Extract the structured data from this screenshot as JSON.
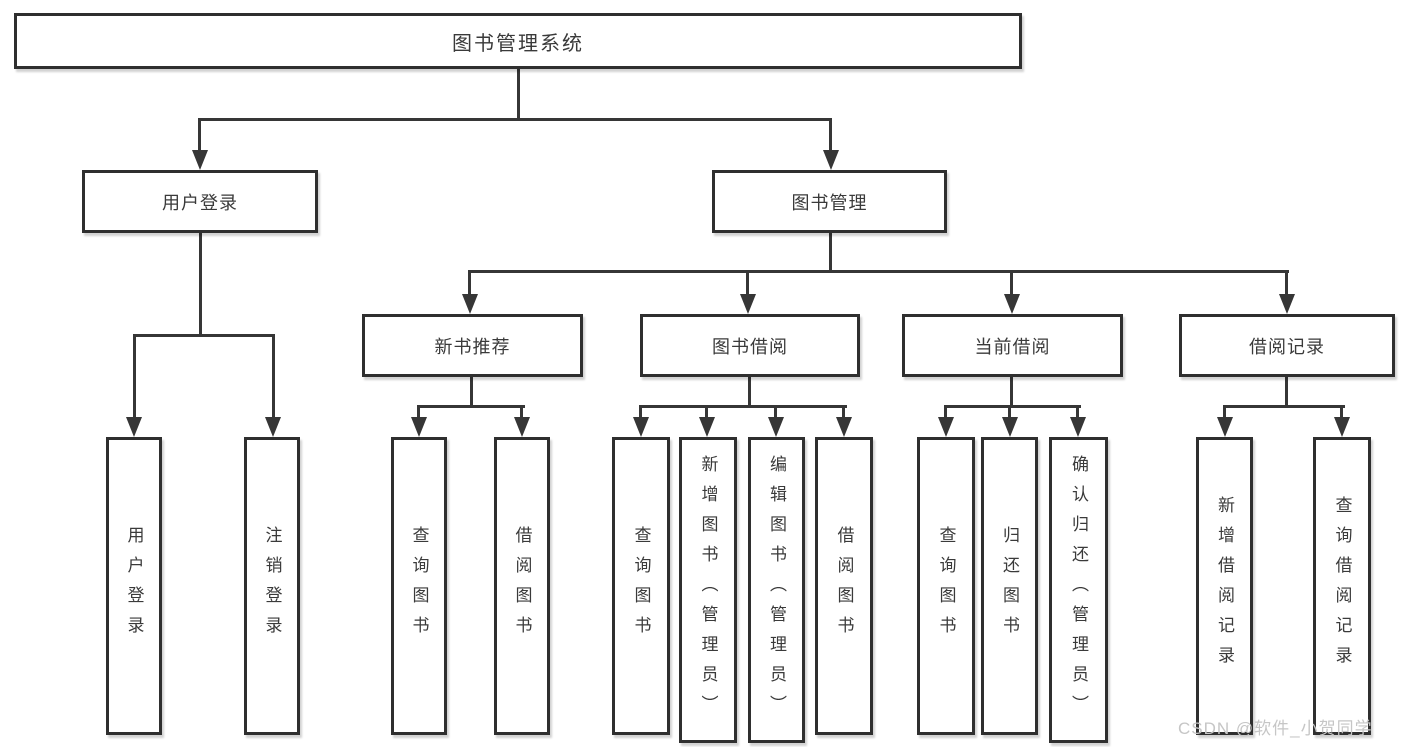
{
  "tree": {
    "root": "图书管理系统",
    "branches": [
      {
        "label": "用户登录",
        "children": [
          {
            "label": "用户登录"
          },
          {
            "label": "注销登录"
          }
        ]
      },
      {
        "label": "图书管理",
        "children": [
          {
            "label": "新书推荐",
            "children": [
              {
                "label": "查询图书"
              },
              {
                "label": "借阅图书"
              }
            ]
          },
          {
            "label": "图书借阅",
            "children": [
              {
                "label": "查询图书"
              },
              {
                "label": "新增图书（管理员）"
              },
              {
                "label": "编辑图书（管理员）"
              },
              {
                "label": "借阅图书"
              }
            ]
          },
          {
            "label": "当前借阅",
            "children": [
              {
                "label": "查询图书"
              },
              {
                "label": "归还图书"
              },
              {
                "label": "确认归还（管理员）"
              }
            ]
          },
          {
            "label": "借阅记录",
            "children": [
              {
                "label": "新增借阅记录"
              },
              {
                "label": "查询借阅记录"
              }
            ]
          }
        ]
      }
    ]
  },
  "watermark": "CSDN @软件_小贺同学",
  "colors": {
    "line": "#363636",
    "border": "#2f2f2f",
    "text": "#3a3a3a",
    "background": "#ffffff",
    "watermark": "#c6c6c6"
  }
}
